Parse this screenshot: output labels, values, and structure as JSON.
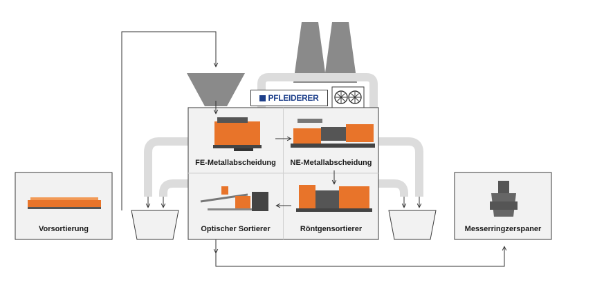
{
  "brand": {
    "name": "PFLEIDERER",
    "color": "#1d3f8a"
  },
  "colors": {
    "machine": "#e8742a",
    "panel": "#f2f2f2",
    "stack": "#8a8a8a",
    "pipe": "#dcdcdc"
  },
  "stations": {
    "vorsortierung": "Vorsortierung",
    "fe": "FE-Metallabscheidung",
    "ne": "NE-Metallabscheidung",
    "optisch": "Optischer Sortierer",
    "roentgen": "Röntgensortierer",
    "messerring": "Messerringzerspaner"
  }
}
